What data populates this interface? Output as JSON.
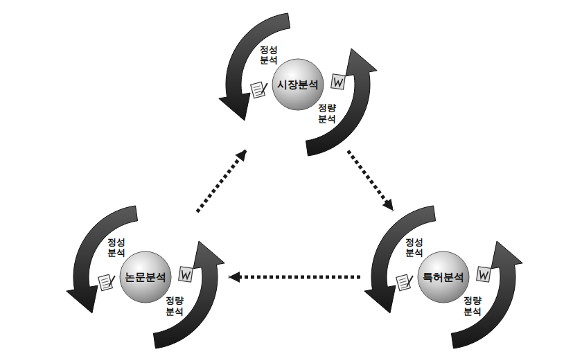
{
  "diagram": {
    "nodes": [
      {
        "text": [
          "정성 분석",
          "정량 분석"
        ]
      },
      {
        "text": [
          "시장분석"
        ],
        "in": 0
      },
      {
        "text": [
          "정성 분석",
          "정량 분석"
        ]
      },
      {
        "text": [
          "논문분석"
        ],
        "in": 2
      },
      {
        "text": [
          "정성 분석",
          "정량 분석"
        ]
      },
      {
        "text": [
          "특허분석"
        ],
        "in": 4
      }
    ],
    "edges": [
      {
        "from": 0,
        "to": 4,
        "arrow": "to"
      },
      {
        "from": 4,
        "to": 2,
        "arrow": "to"
      },
      {
        "from": 2,
        "to": 0,
        "arrow": "to"
      }
    ]
  }
}
